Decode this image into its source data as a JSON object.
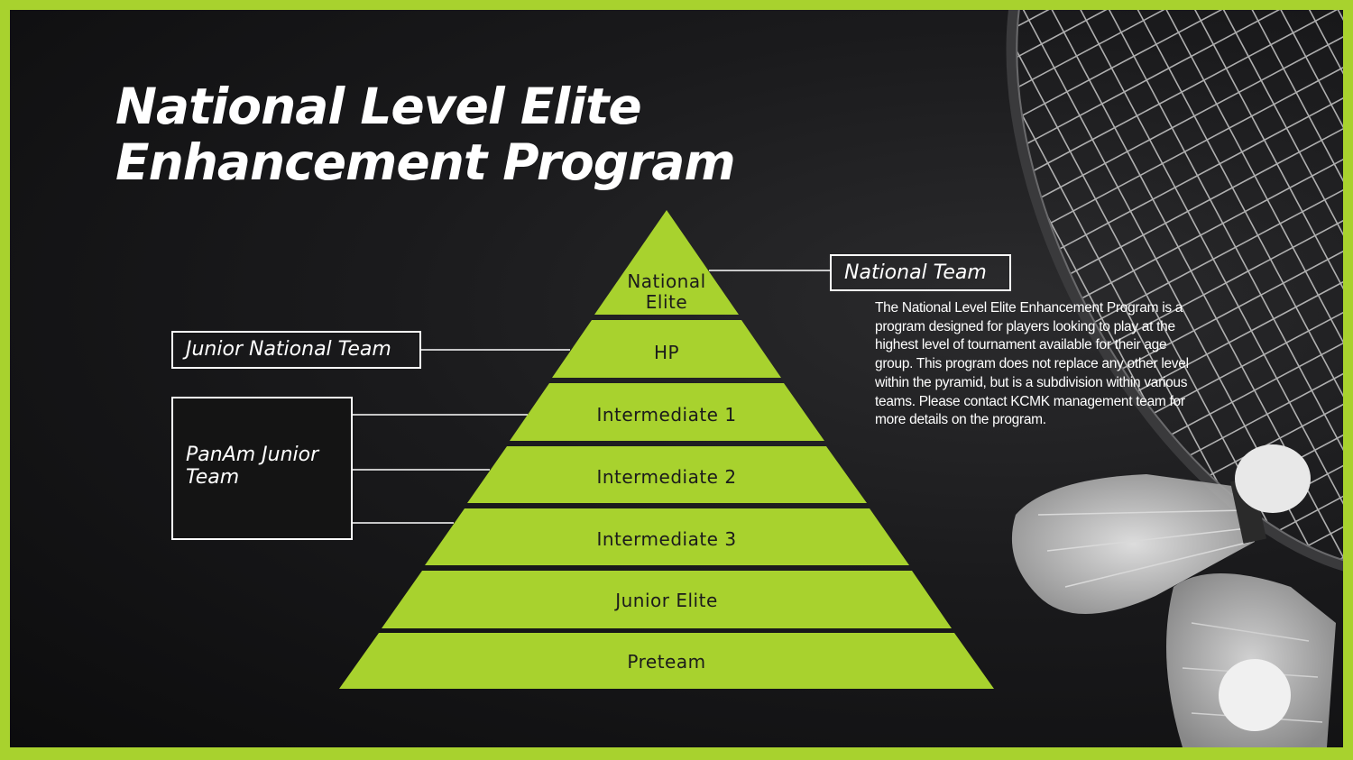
{
  "title": {
    "line1": "National Level Elite",
    "line2": "Enhancement Program"
  },
  "pyramid": {
    "tiers": [
      {
        "label_line1": "National",
        "label_line2": "Elite"
      },
      {
        "label": "HP"
      },
      {
        "label": "Intermediate 1"
      },
      {
        "label": "Intermediate 2"
      },
      {
        "label": "Intermediate 3"
      },
      {
        "label": "Junior Elite"
      },
      {
        "label": "Preteam"
      }
    ],
    "fill_color": "#a8d22e"
  },
  "callouts": {
    "national_team": "National Team",
    "junior_national_team": "Junior National Team",
    "panam_junior_team": "PanAm Junior Team"
  },
  "description": "The National Level Elite Enhancement Program is a program designed for players looking to play at the highest level of tournament available for their age group. This program does not replace any other level within the pyramid, but is a subdivision within various teams. Please contact KCMK management team for more details on the program.",
  "colors": {
    "accent": "#a8d22e",
    "background": "#111112",
    "text": "#ffffff"
  },
  "decoration": {
    "background_image": "badminton-racket-and-shuttlecocks-icon"
  }
}
